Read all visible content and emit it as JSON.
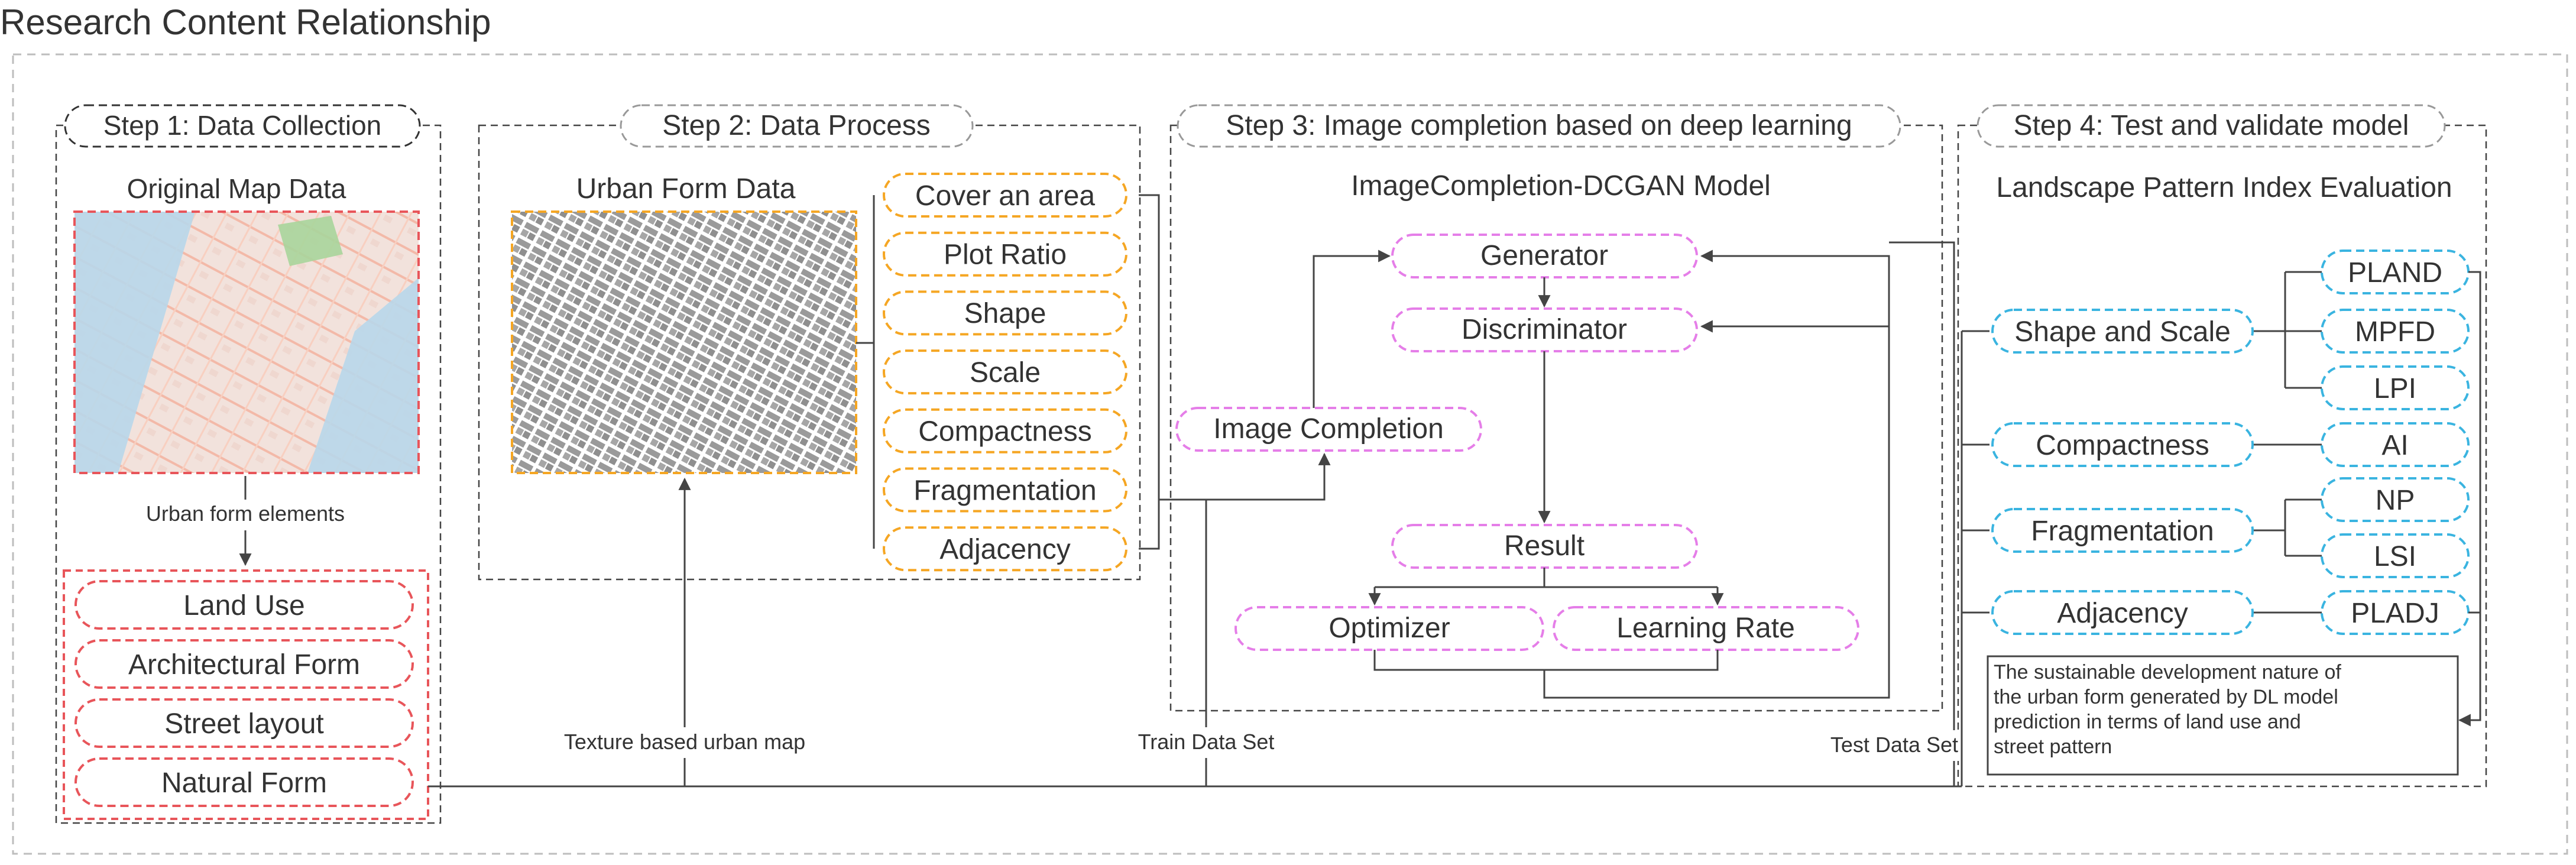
{
  "title": "Research Content Relationship",
  "colors": {
    "orange": "#f5a623",
    "pink": "#e57ee8",
    "cyan": "#3ab4e0",
    "red": "#e8555a",
    "gray_dash": "#9a9a9a",
    "line": "#444444"
  },
  "steps": {
    "step1": {
      "label": "Step 1: Data Collection",
      "map_title": "Original Map Data",
      "arrow_label": "Urban form elements",
      "items": [
        "Land Use",
        "Architectural Form",
        "Street layout",
        "Natural Form"
      ]
    },
    "step2": {
      "label": "Step 2: Data Process",
      "map_title": "Urban Form Data",
      "items": [
        "Cover an area",
        "Plot Ratio",
        "Shape",
        "Scale",
        "Compactness",
        "Fragmentation",
        "Adjacency"
      ]
    },
    "step3": {
      "label": "Step 3: Image completion based on deep learning",
      "model_title": "ImageCompletion-DCGAN Model",
      "generator": "Generator",
      "discriminator": "Discriminator",
      "image_completion": "Image Completion",
      "result": "Result",
      "optimizer": "Optimizer",
      "learning_rate": "Learning Rate"
    },
    "step4": {
      "label": "Step 4: Test and validate model",
      "eval_title": "Landscape Pattern Index Evaluation",
      "categories": [
        "Shape and Scale",
        "Compactness",
        "Fragmentation",
        "Adjacency"
      ],
      "indices": [
        "PLAND",
        "MPFD",
        "LPI",
        "AI",
        "NP",
        "LSI",
        "PLADJ"
      ],
      "note": "The sustainable development nature of the urban form generated by DL model prediction in terms of land use and street pattern"
    }
  },
  "flow_labels": {
    "texture": "Texture based urban map",
    "train": "Train Data Set",
    "test": "Test Data Set"
  }
}
